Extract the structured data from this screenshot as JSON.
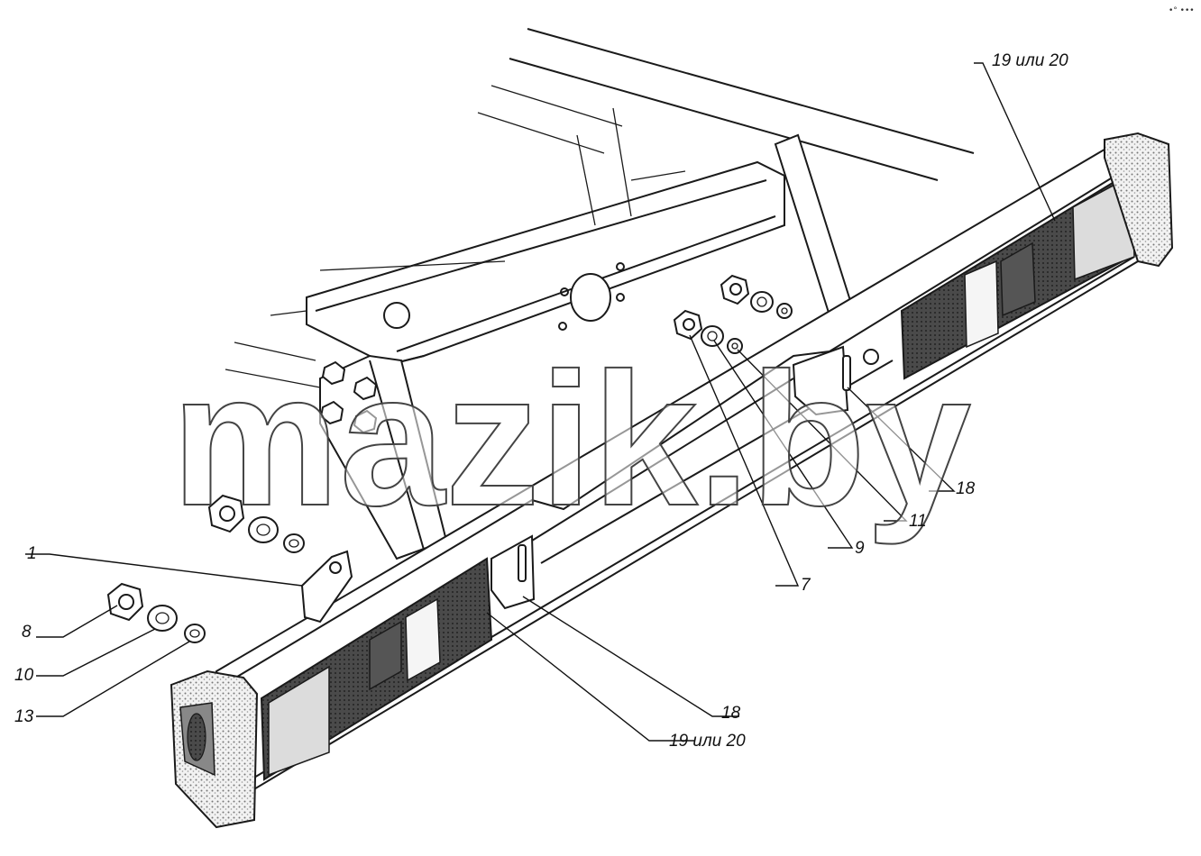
{
  "watermark": "mazik.by",
  "corner_mark": "•° •••",
  "callouts": {
    "c1": "1",
    "c8": "8",
    "c10": "10",
    "c13": "13",
    "c7": "7",
    "c9": "9",
    "c11": "11",
    "c18_right": "18",
    "c18_bottom": "18",
    "c19_top": "19 или 20",
    "c19_bottom": "19 или 20"
  },
  "colors": {
    "line": "#1a1a1a",
    "lamp_dark": "#3a3a3a",
    "lamp_glass": "#dcdcdc",
    "stipple": "#bdbdbd"
  }
}
